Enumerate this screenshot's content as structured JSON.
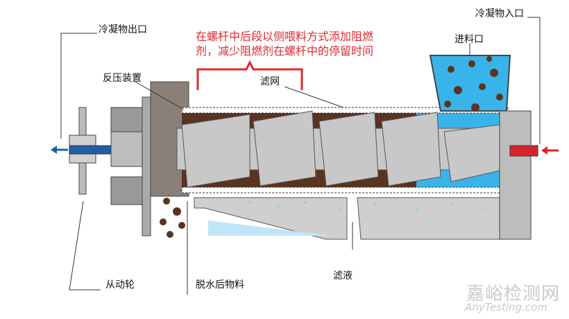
{
  "labels": {
    "condensate_outlet": "冷凝物出口",
    "back_pressure_device": "反压装置",
    "filter_screen": "滤网",
    "condensate_inlet": "冷凝物入口",
    "feed_inlet": "进料口",
    "driven_wheel": "从动轮",
    "dewatered_material": "脱水后物料",
    "filtrate": "滤液"
  },
  "annotation": {
    "line1": "在螺杆中后段以侧喂料方式添加阻燃",
    "line2": "剂，减少阻燃剂在螺杆中的停留时间"
  },
  "watermark": {
    "cn": "嘉峪检测网",
    "en": "AnyTesting.com"
  },
  "colors": {
    "annotation": "#e0282e",
    "outlet_arrow": "#1f5fa8",
    "inlet_arrow": "#d9232b",
    "water": "#39b4ea",
    "material": "#5a3321",
    "steel": "#c8c8c8"
  }
}
